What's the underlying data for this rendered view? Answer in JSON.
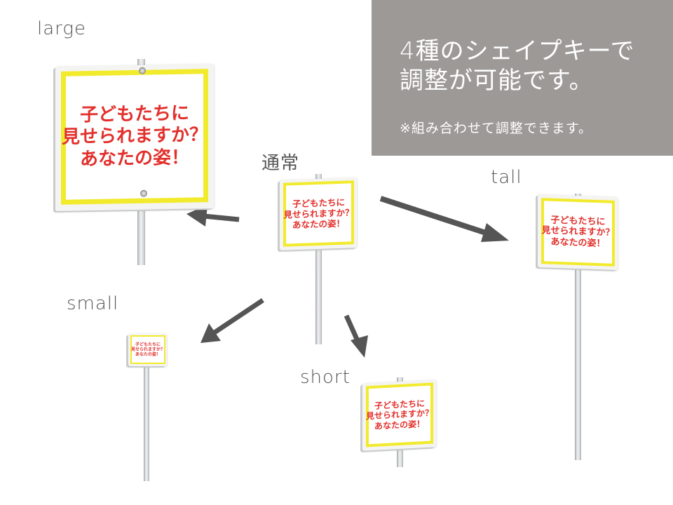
{
  "info_panel": {
    "title_line1": "4種のシェイプキーで",
    "title_line2": "調整が可能です。",
    "note": "※組み合わせて調整できます。",
    "background": "#9d9997"
  },
  "sign_text": {
    "line1": "子どもたちに",
    "line2": "見せられますか？",
    "line3": "あなたの姿！",
    "text_color": "#e2302c",
    "frame_color": "#f2ea2c"
  },
  "variants": {
    "normal": {
      "label": "通常"
    },
    "large": {
      "label": "large"
    },
    "tall": {
      "label": "tall"
    },
    "small": {
      "label": "small"
    },
    "short": {
      "label": "short"
    }
  },
  "arrow_color": "#555555"
}
